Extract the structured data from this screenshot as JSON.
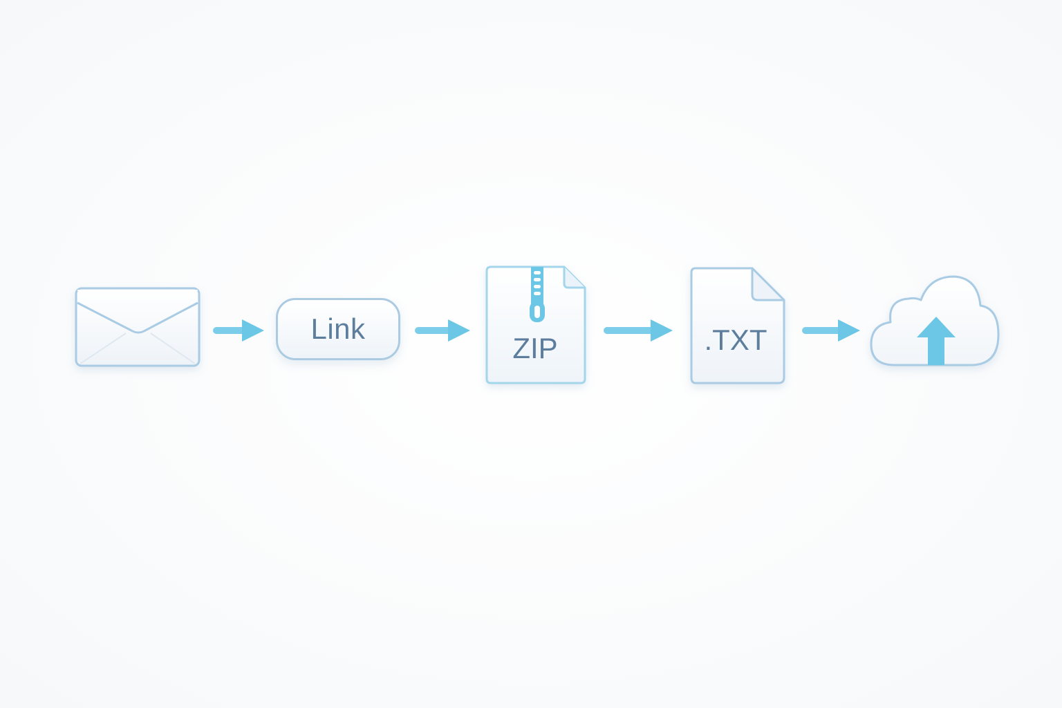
{
  "diagram": {
    "nodes": [
      {
        "id": "email",
        "icon": "envelope-icon",
        "label": ""
      },
      {
        "id": "link",
        "icon": "link-pill",
        "label": "Link"
      },
      {
        "id": "zip",
        "icon": "zip-file-icon",
        "label": "ZIP"
      },
      {
        "id": "txt",
        "icon": "text-file-icon",
        "label": ".TXT"
      },
      {
        "id": "cloud",
        "icon": "cloud-upload-icon",
        "label": ""
      }
    ],
    "edges": [
      {
        "from": "email",
        "to": "link"
      },
      {
        "from": "link",
        "to": "zip"
      },
      {
        "from": "zip",
        "to": "txt"
      },
      {
        "from": "txt",
        "to": "cloud"
      }
    ]
  },
  "colors": {
    "outline": "#a9cbe3",
    "accent": "#6cc6e6",
    "text": "#5c7d9c",
    "fill": "#f2f6fa"
  }
}
